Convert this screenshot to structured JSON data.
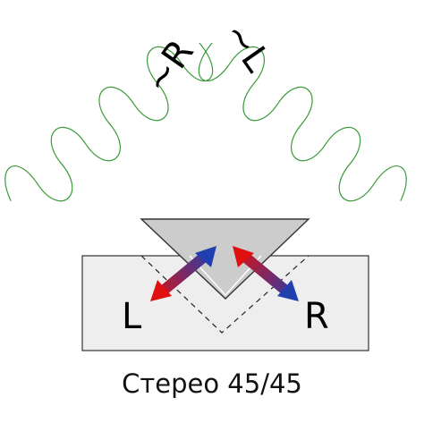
{
  "diagram": {
    "caption": "Стерео 45/45",
    "labels": {
      "left_channel": "L",
      "right_channel": "R",
      "left_wave_label": "~L",
      "right_wave_label": "~R"
    },
    "colors": {
      "wave": "#3a9a3a",
      "arrow_red": "#e01010",
      "arrow_blue": "#2040b0",
      "stylus_fill": "#cccccc",
      "record_fill": "#eeeeee"
    }
  }
}
